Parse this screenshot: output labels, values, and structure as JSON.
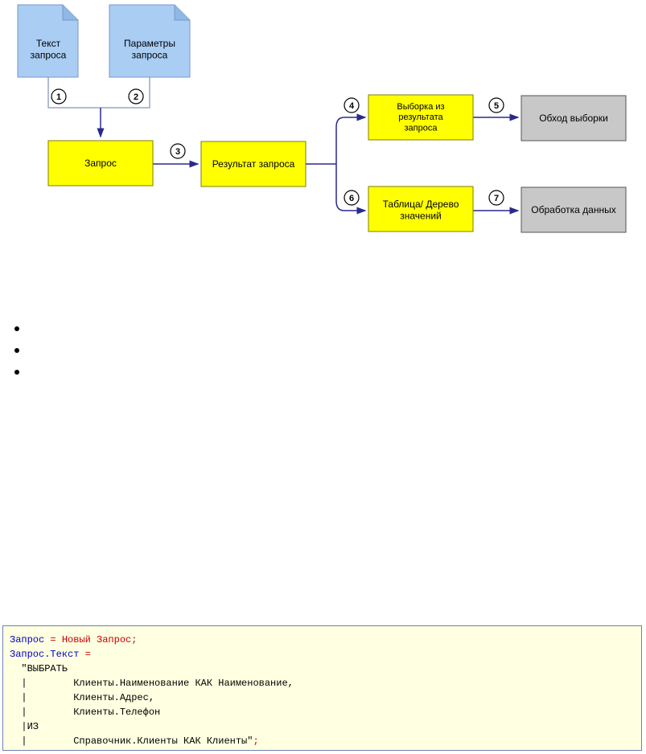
{
  "diagram": {
    "nodes": {
      "text": "Текст\nзапроса",
      "params": "Параметры\nзапроса",
      "query": "Запрос",
      "result": "Результат запроса",
      "selection": "Выборка из\nрезультата\nзапроса",
      "table": "Таблица/ Дерево\nзначений",
      "traverse": "Обход выборки",
      "processing": "Обработка данных"
    },
    "steps": [
      "1",
      "2",
      "3",
      "4",
      "5",
      "6",
      "7"
    ],
    "colors": {
      "document": "#a9cdf3",
      "process": "#ffff00",
      "terminal": "#c8c8c8",
      "arrow": "#2a2a8c",
      "connector_light": "#9aa6c8"
    }
  },
  "bullets": [
    "",
    "",
    ""
  ],
  "code": {
    "lines": [
      [
        {
          "t": "Запрос ",
          "c": "kw"
        },
        {
          "t": "=",
          "c": "op"
        },
        {
          "t": " Новый Запрос;",
          "c": "op"
        }
      ],
      [
        {
          "t": "Запрос.Текст ",
          "c": "kw"
        },
        {
          "t": "=",
          "c": "op"
        }
      ],
      [
        {
          "t": "  \"ВЫБРАТЬ",
          "c": "str"
        }
      ],
      [
        {
          "t": "  |        Клиенты.Наименование КАК Наименование,",
          "c": "str"
        }
      ],
      [
        {
          "t": "  |        Клиенты.Адрес,",
          "c": "str"
        }
      ],
      [
        {
          "t": "  |        Клиенты.Телефон",
          "c": "str"
        }
      ],
      [
        {
          "t": "  |ИЗ",
          "c": "str"
        }
      ],
      [
        {
          "t": "  |        Справочник.Клиенты КАК Клиенты\"",
          "c": "str"
        },
        {
          "t": ";",
          "c": "op"
        }
      ]
    ]
  }
}
